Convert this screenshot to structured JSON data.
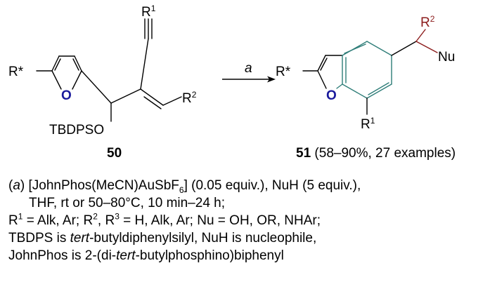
{
  "colors": {
    "bond": "#000000",
    "oxygen": "#1a1a9c",
    "r2": "#8c1c1c",
    "benzene": "#2e7d78"
  },
  "scheme": {
    "reactant": {
      "rstar": "R*",
      "o": "O",
      "r1": "R",
      "r1_sup": "1",
      "r2": "R",
      "r2_sup": "2",
      "otbdps": "TBDPSO",
      "number": "50"
    },
    "arrow": {
      "label": "a"
    },
    "product": {
      "rstar": "R*",
      "o": "O",
      "r2": "R",
      "r2_sup": "2",
      "nu": "Nu",
      "r1": "R",
      "r1_sup": "1",
      "number": "51",
      "yield": "(58–90%, 27 examples)"
    }
  },
  "conditions": {
    "line1": {
      "open": "(",
      "a": "a",
      "close": ") [JohnPhos(MeCN)AuSbF",
      "sub": "6",
      "rest": "] (0.05 equiv.), NuH (5 equiv.),"
    },
    "line2": "THF, rt  or 50–80°C, 10 min–24 h;",
    "line3": {
      "r": "R",
      "sup1": "1",
      "p1": " = Alk, Ar; R",
      "sup2": "2",
      "p2": ", R",
      "sup3": "3",
      "p3": " = H, Alk, Ar; Nu = OH, OR, NHAr;"
    },
    "line4": {
      "a": "TBDPS is ",
      "i": "tert",
      "b": "-butyldiphenylsilyl, NuH is nucleophile,"
    },
    "line5": {
      "a": "JohnPhos is 2-(di-",
      "i": "tert",
      "b": "-butylphosphino)biphenyl"
    }
  }
}
